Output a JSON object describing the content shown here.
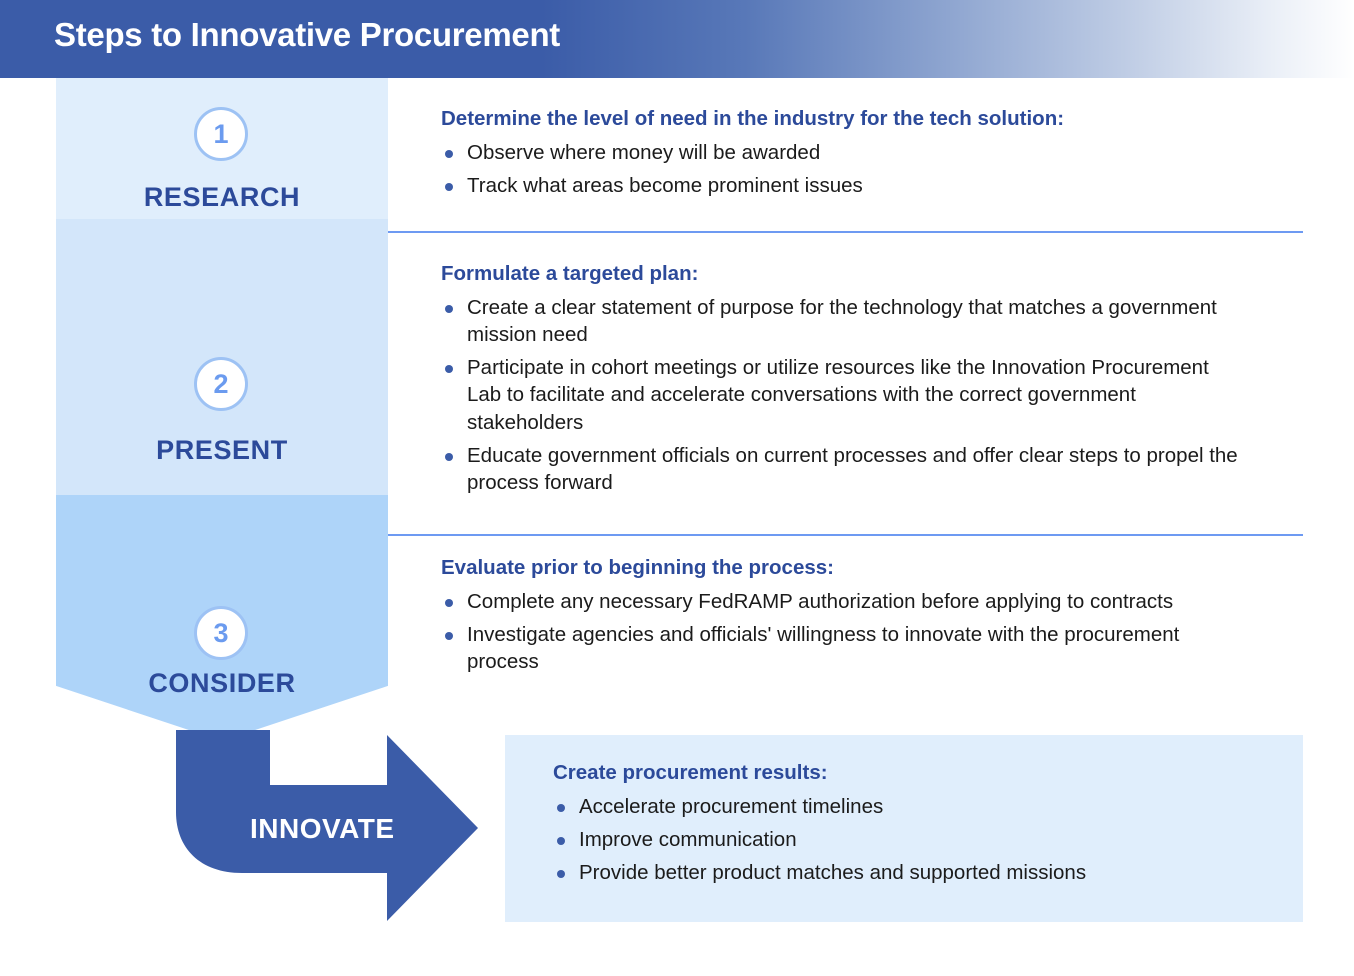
{
  "header": {
    "title": "Steps to Innovative Procurement",
    "banner_color": "#3b5ca8"
  },
  "theme": {
    "accent_dark_blue": "#2c4a9a",
    "arrow_blue": "#3b5ca8",
    "circle_number_blue": "#6b9bef",
    "circle_border_blue": "#9dc2f4",
    "band_1_bg": "#e0eefc",
    "band_2_bg": "#d3e6fa",
    "band_3_bg": "#aed4f9",
    "results_bg": "#e0eefc",
    "divider_color": "#6d9af2",
    "body_text": "#1b1b1b"
  },
  "steps": [
    {
      "number": "1",
      "label": "RESEARCH",
      "heading": "Determine the level of need in the industry for the tech solution:",
      "bullets": [
        "Observe where money will be awarded",
        "Track what areas become prominent issues"
      ]
    },
    {
      "number": "2",
      "label": "PRESENT",
      "heading": "Formulate a targeted plan:",
      "bullets": [
        "Create a clear statement of purpose for the technology that matches a government mission need",
        "Participate in cohort meetings or utilize resources like the Innovation Procurement Lab to facilitate and accelerate conversations with the correct government stakeholders",
        "Educate government officials on current processes and offer clear steps to propel the process forward"
      ]
    },
    {
      "number": "3",
      "label": "CONSIDER",
      "heading": "Evaluate prior to beginning the process:",
      "bullets": [
        "Complete any necessary FedRAMP authorization before applying to contracts",
        "Investigate agencies and officials' willingness to innovate with the procurement process"
      ]
    }
  ],
  "outcome": {
    "arrow_label": "INNOVATE",
    "heading": "Create procurement results:",
    "bullets": [
      "Accelerate procurement timelines",
      "Improve communication",
      "Provide better product matches and supported missions"
    ]
  }
}
